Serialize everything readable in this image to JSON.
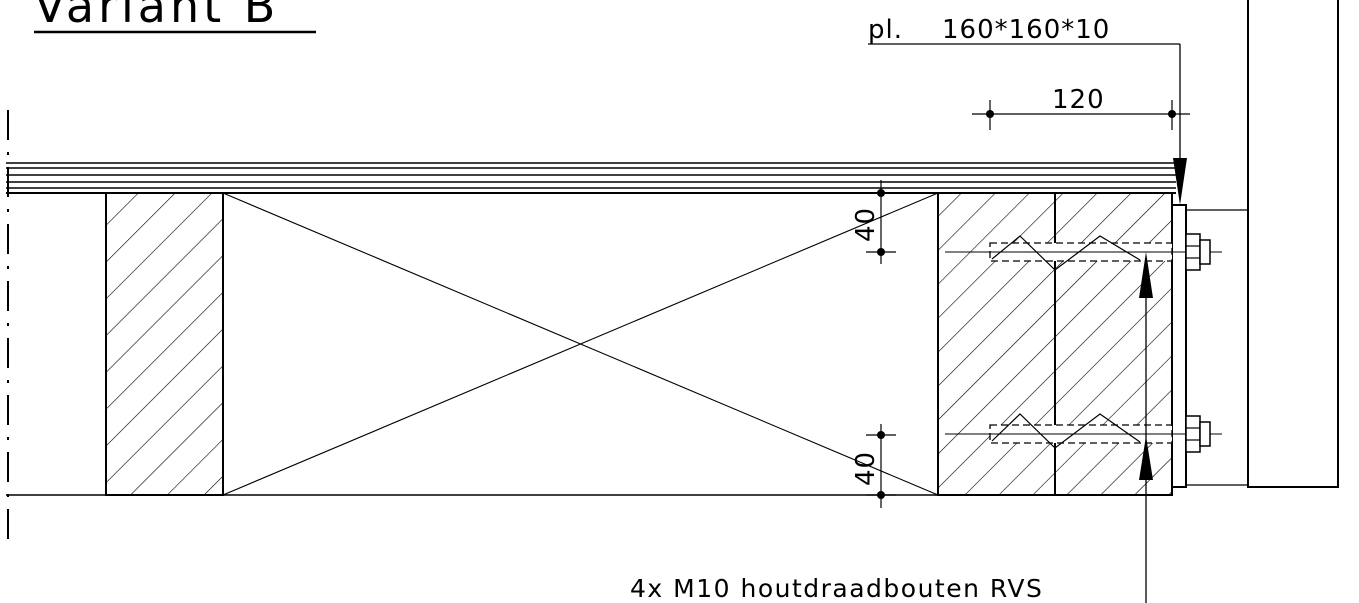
{
  "title": "Variant B",
  "plate_label": "pl.",
  "plate_spec": "160*160*10",
  "dim_120": "120",
  "dim_40_top": "40",
  "dim_40_bottom": "40",
  "bolt_note": "4x M10 houtdraadbouten RVS"
}
